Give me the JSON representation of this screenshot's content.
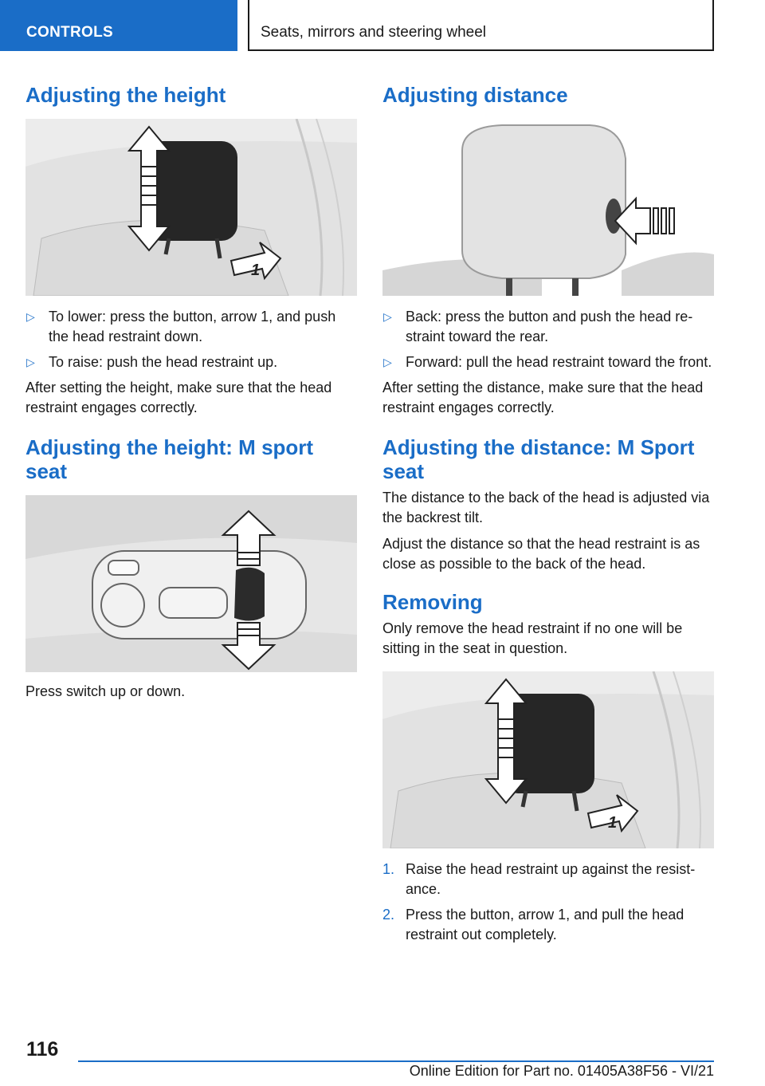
{
  "header": {
    "section": "CONTROLS",
    "chapter": "Seats, mirrors and steering wheel"
  },
  "left": {
    "h1": "Adjusting the height",
    "bullets1": [
      "To lower: press the button, arrow 1, and push the head restraint down.",
      "To raise: push the head restraint up."
    ],
    "para1": "After setting the height, make sure that the head restraint engages correctly.",
    "h2": "Adjusting the height: M sport seat",
    "para2": "Press switch up or down."
  },
  "right": {
    "h1": "Adjusting distance",
    "bullets1": [
      "Back: press the button and push the head re‐straint toward the rear.",
      "Forward: pull the head restraint toward the front."
    ],
    "para1": "After setting the distance, make sure that the head restraint engages correctly.",
    "h2": "Adjusting the distance: M Sport seat",
    "para2": "The distance to the back of the head is adjusted via the backrest tilt.",
    "para3": "Adjust the distance so that the head restraint is as close as possible to the back of the head.",
    "h3": "Removing",
    "para4": "Only remove the head restraint if no one will be sitting in the seat in question.",
    "steps": [
      {
        "num": "1.",
        "text": "Raise the head restraint up against the resist‐ance."
      },
      {
        "num": "2.",
        "text": "Press the button, arrow 1, and pull the head restraint out completely."
      }
    ]
  },
  "figures": {
    "callout": "1"
  },
  "footer": {
    "page_number": "116",
    "edition": "Online Edition for Part no. 01405A38F56 - VI/21"
  }
}
